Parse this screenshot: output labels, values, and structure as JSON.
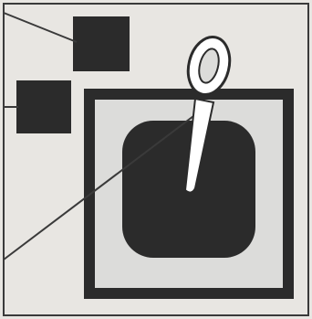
{
  "figure": {
    "kind": "line-art illustration",
    "text": [],
    "colors": {
      "paper": "#e8e6e2",
      "frame_line": "#3a3a3a",
      "ink_dark": "#2b2b2b",
      "panel_light": "#dcdcda",
      "stick_fill": "#ffffff"
    },
    "components": [
      {
        "role": "small-square-top"
      },
      {
        "role": "small-square-left"
      },
      {
        "role": "square-frame"
      },
      {
        "role": "rounded-dark-square"
      },
      {
        "role": "lever-handle"
      },
      {
        "role": "leader-line",
        "count": 3
      }
    ]
  }
}
